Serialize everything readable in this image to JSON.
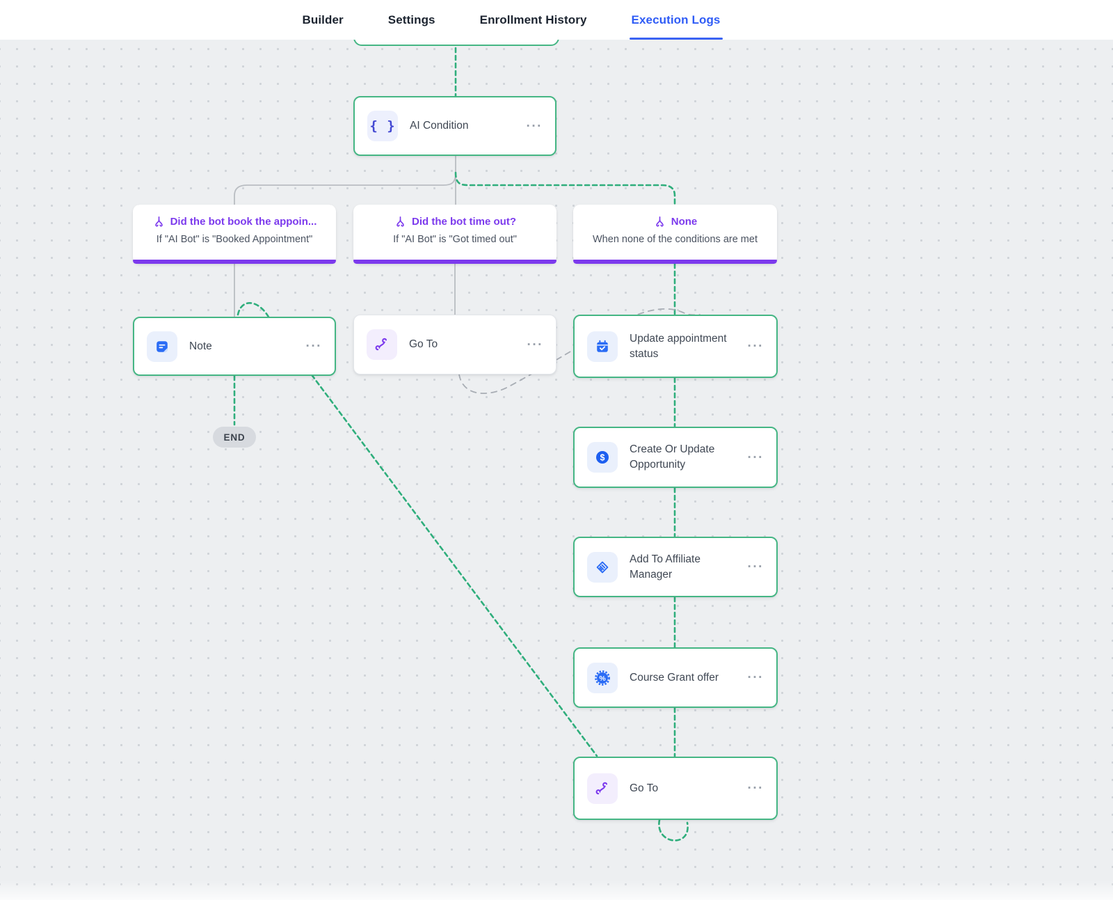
{
  "nav": {
    "tabs": [
      {
        "label": "Builder",
        "active": false
      },
      {
        "label": "Settings",
        "active": false
      },
      {
        "label": "Enrollment History",
        "active": false
      },
      {
        "label": "Execution Logs",
        "active": true
      }
    ]
  },
  "canvas": {
    "ai_condition": {
      "label": "AI Condition"
    },
    "branches": [
      {
        "title": "Did the bot book the appoin...",
        "subtitle": "If \"AI Bot\" is \"Booked Appointment\""
      },
      {
        "title": "Did the bot time out?",
        "subtitle": "If \"AI Bot\" is \"Got timed out\""
      },
      {
        "title": "None",
        "subtitle": "When none of the conditions are met"
      }
    ],
    "nodes": {
      "note": {
        "label": "Note"
      },
      "goto_mid": {
        "label": "Go To"
      },
      "update_appointment": {
        "label": "Update appointment status"
      },
      "create_opportunity": {
        "label": "Create Or Update Opportunity"
      },
      "affiliate": {
        "label": "Add To Affiliate Manager"
      },
      "course_grant": {
        "label": "Course Grant offer"
      },
      "goto_bottom": {
        "label": "Go To"
      }
    },
    "end_badge": "END"
  },
  "ui": {
    "ellipsis": "···",
    "braces_glyph": "{ }"
  },
  "icons": {
    "ai_condition": "curly-braces",
    "branch": "split-wishbone",
    "note": "note-document",
    "goto": "route-squiggle",
    "update_appointment": "calendar-check",
    "create_opportunity": "dollar-circle",
    "affiliate": "handshake",
    "course_grant": "percent-badge",
    "menu": "ellipsis-menu"
  },
  "colors": {
    "accent_green_border": "#45b684",
    "dashed_green_path": "#2fae7c",
    "branch_purple": "#7c3aed",
    "icon_blue": "#2b6cf5",
    "active_tab_blue": "#2f5cf6",
    "canvas_bg": "#edeff1",
    "gray_line": "#b9bdc2",
    "end_pill_bg": "#d7dadf"
  }
}
